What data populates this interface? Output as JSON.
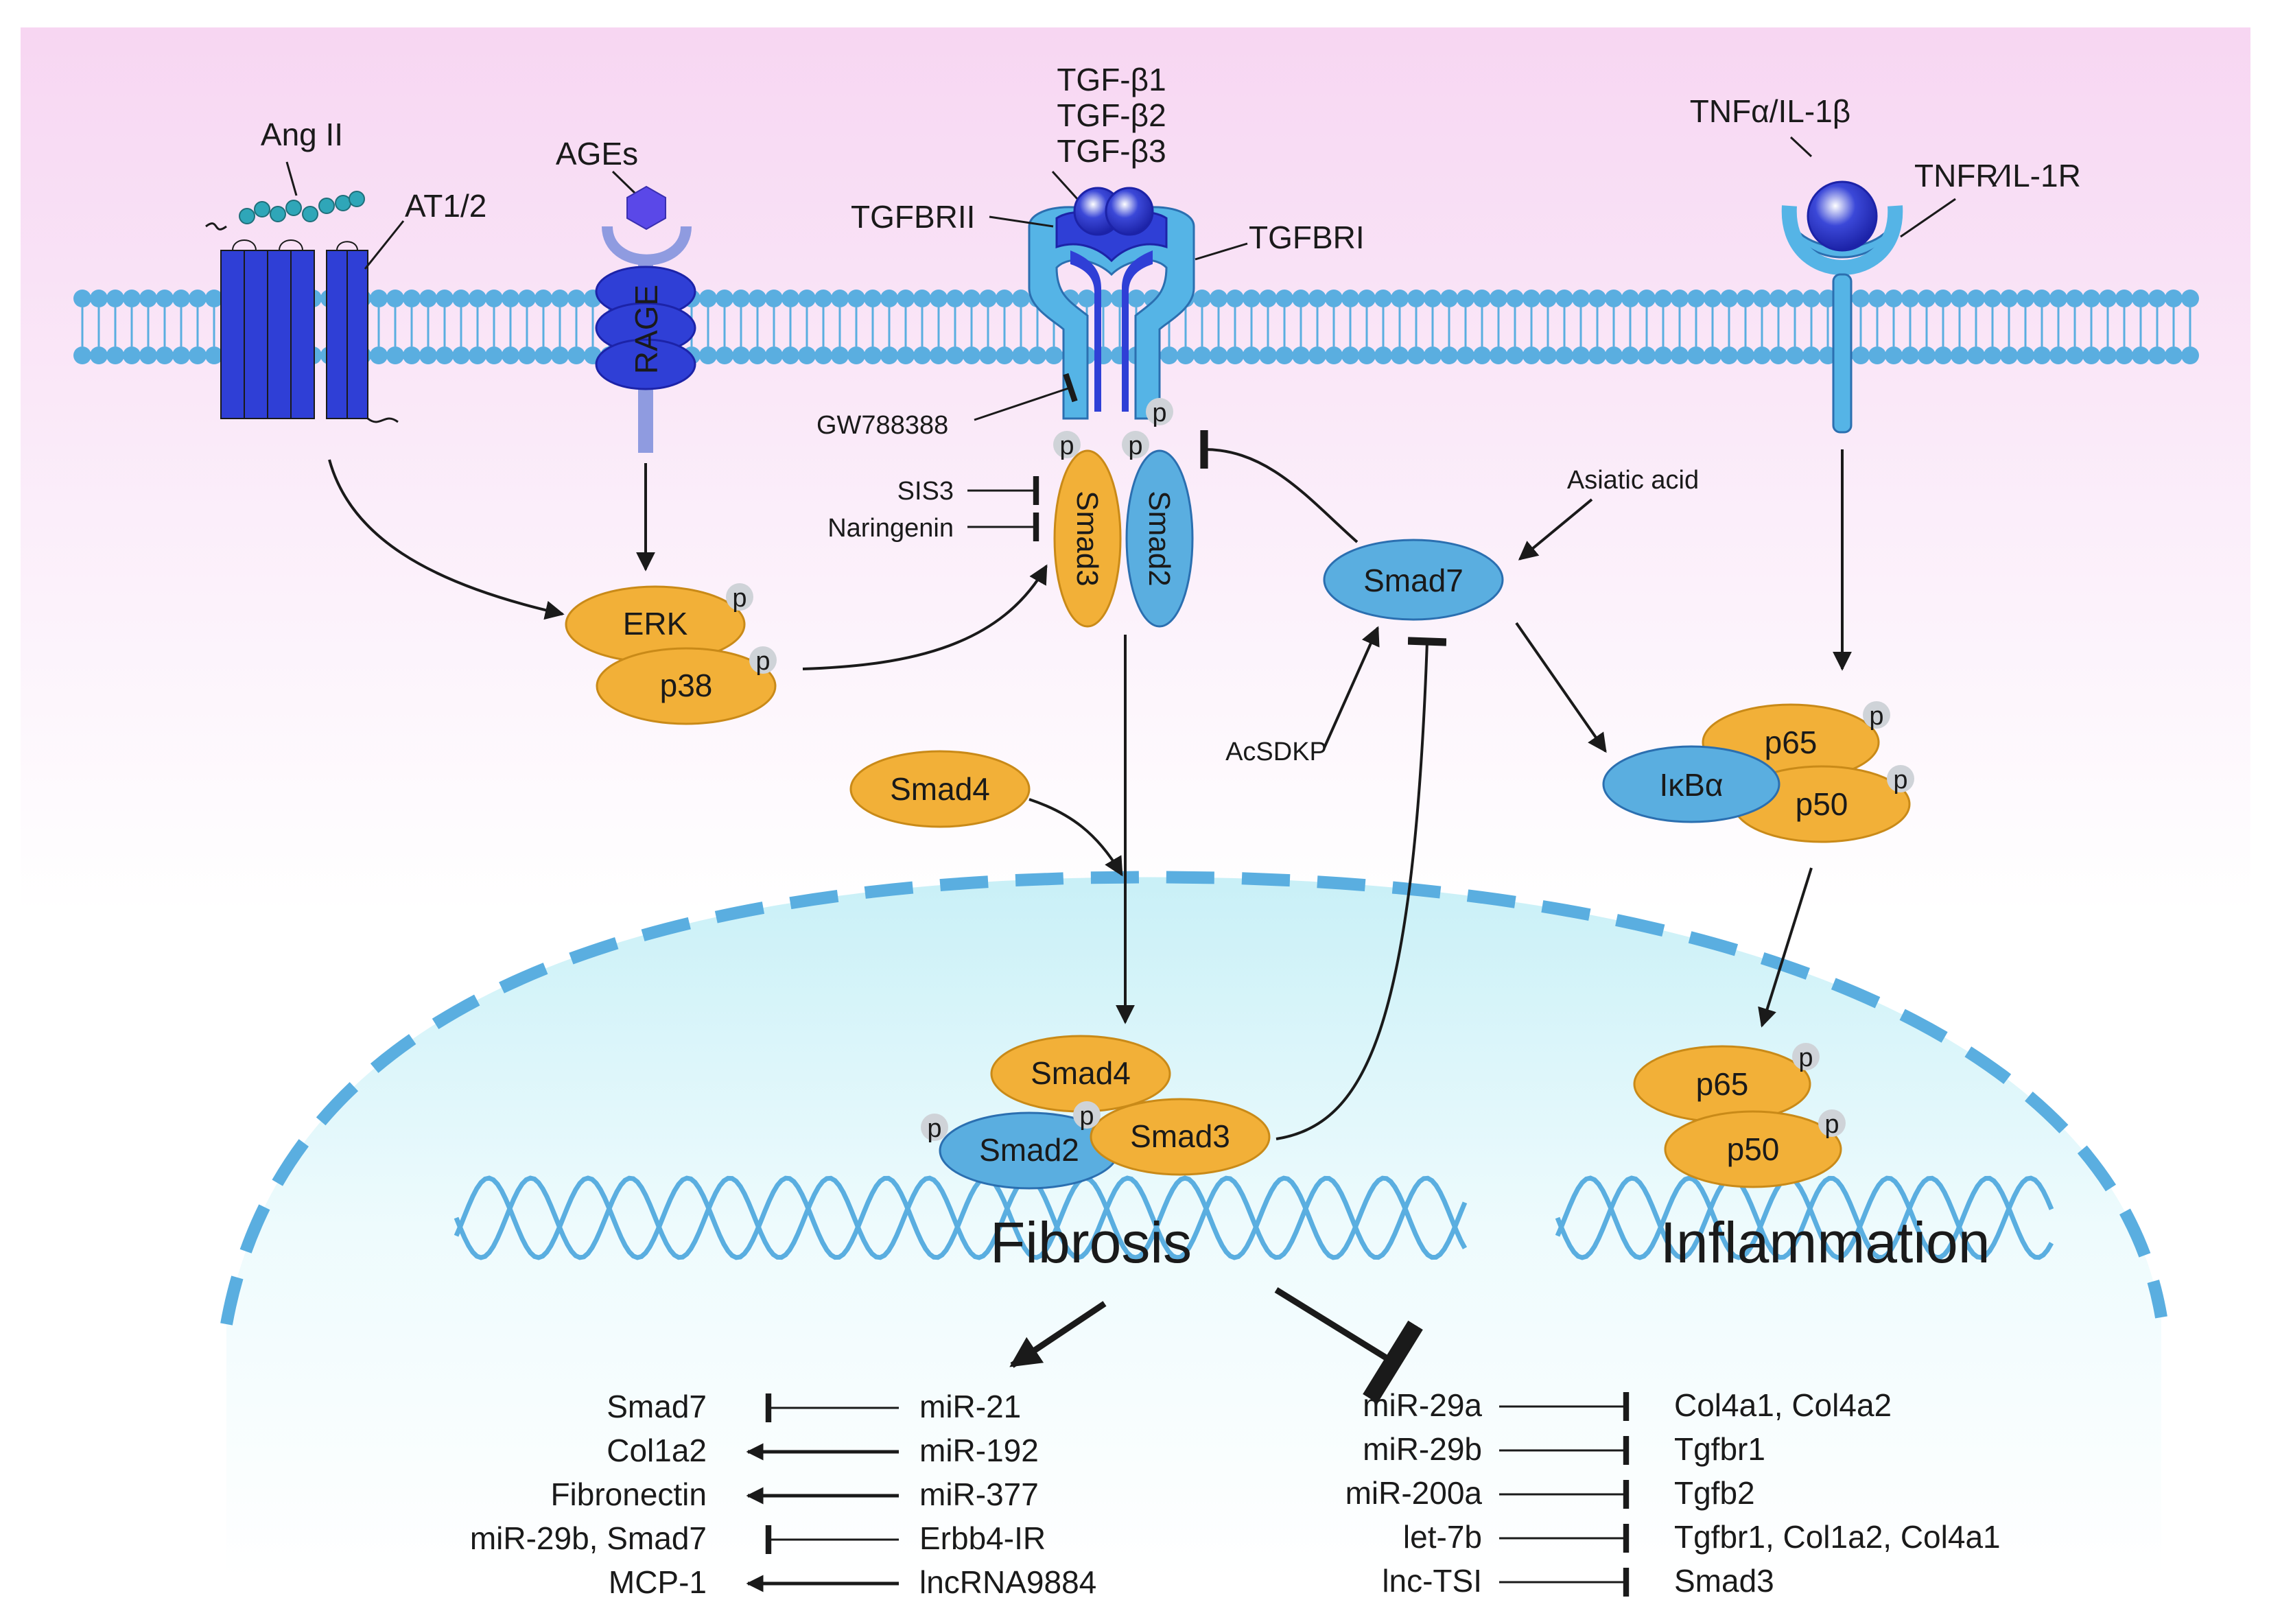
{
  "colors": {
    "membrane": "#5aaee0",
    "receptor_dark": "#2f3fd6",
    "receptor_light": "#55b4e6",
    "orange": "#f2b038",
    "blue_protein": "#5aaee0",
    "phospho": "#cfd3d8",
    "dna": "#5aaee0",
    "text": "#1a1a1a"
  },
  "ligands": {
    "ang_ii": "Ang II",
    "ages": "AGEs",
    "tgf_b1": "TGF-β1",
    "tgf_b2": "TGF-β2",
    "tgf_b3": "TGF-β3",
    "tnf_il1": "TNFα/IL-1β"
  },
  "receptors": {
    "at12": "AT1/2",
    "rage": "RAGE",
    "tgfbrii": "TGFBRII",
    "tgfbri": "TGFBRI",
    "tnfr": "TNFR∕IL-1R"
  },
  "inhibitors": {
    "gw": "GW788388",
    "sis3": "SIS3",
    "naringenin": "Naringenin",
    "asiatic": "Asiatic acid",
    "acsdkp": "AcSDKP"
  },
  "proteins": {
    "erk": "ERK",
    "p38": "p38",
    "smad3": "Smad3",
    "smad2": "Smad2",
    "smad7": "Smad7",
    "smad4": "Smad4",
    "ikba": "IκBα",
    "p65": "p65",
    "p50": "p50",
    "phospho": "p"
  },
  "outcomes": {
    "fibrosis": "Fibrosis",
    "inflammation": "Inflammation"
  },
  "left_table": [
    {
      "target": "Smad7",
      "regulator": "miR-21",
      "type": "inhibit"
    },
    {
      "target": "Col1a2",
      "regulator": "miR-192",
      "type": "activate"
    },
    {
      "target": "Fibronectin",
      "regulator": "miR-377",
      "type": "activate"
    },
    {
      "target": "miR-29b, Smad7",
      "regulator": "Erbb4-IR",
      "type": "inhibit"
    },
    {
      "target": "MCP-1",
      "regulator": "lncRNA9884",
      "type": "activate"
    }
  ],
  "right_table": [
    {
      "regulator": "miR-29a",
      "target": "Col4a1, Col4a2"
    },
    {
      "regulator": "miR-29b",
      "target": "Tgfbr1"
    },
    {
      "regulator": "miR-200a",
      "target": "Tgfb2"
    },
    {
      "regulator": "let-7b",
      "target": "Tgfbr1, Col1a2, Col4a1"
    },
    {
      "regulator": "lnc-TSI",
      "target": "Smad3"
    }
  ]
}
